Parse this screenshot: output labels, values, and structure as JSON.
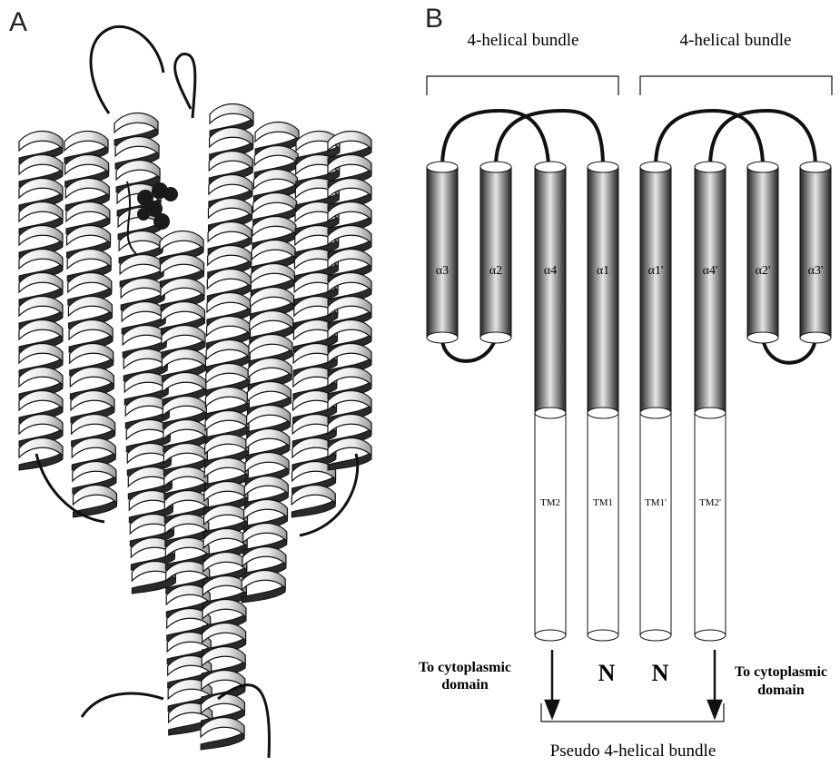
{
  "panels": {
    "a": {
      "label": "A"
    },
    "b": {
      "label": "B"
    }
  },
  "brackets": {
    "left": "4-helical bundle",
    "right": "4-helical bundle",
    "bottom": "Pseudo 4-helical bundle"
  },
  "helices": [
    {
      "label": "α3",
      "tm": ""
    },
    {
      "label": "α2",
      "tm": ""
    },
    {
      "label": "α4",
      "tm": "TM2"
    },
    {
      "label": "α1",
      "tm": "TM1"
    },
    {
      "label": "α1'",
      "tm": "TM1'"
    },
    {
      "label": "α4'",
      "tm": "TM2'"
    },
    {
      "label": "α2'",
      "tm": ""
    },
    {
      "label": "α3'",
      "tm": ""
    }
  ],
  "bottom_labels": {
    "left_cyto": [
      "To cytoplasmic",
      "domain"
    ],
    "n_left": "N",
    "n_right": "N",
    "right_cyto": [
      "To cytoplasmic",
      "domain"
    ]
  },
  "colors": {
    "ribbon_light": "#f2f2f2",
    "ribbon_dark": "#2a2a2a",
    "line": "#111111"
  }
}
